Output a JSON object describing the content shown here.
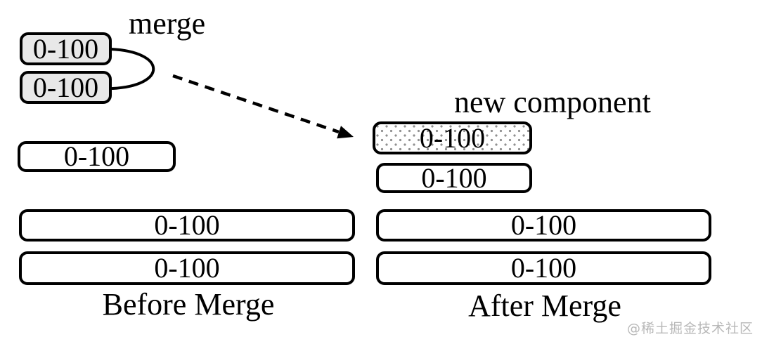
{
  "labels": {
    "merge": "merge",
    "new_component": "new component",
    "before_caption": "Before Merge",
    "after_caption": "After Merge",
    "watermark": "@稀土掘金技术社区"
  },
  "before": {
    "merging_components": [
      "0-100",
      "0-100"
    ],
    "middle_component": "0-100",
    "bottom_components": [
      "0-100",
      "0-100"
    ]
  },
  "after": {
    "new_component": "0-100",
    "middle_component": "0-100",
    "bottom_components": [
      "0-100",
      "0-100"
    ]
  },
  "colors": {
    "stroke": "#000000",
    "component_gray_fill": "#e8e8e8",
    "stipple_dot": "#909090",
    "watermark_gray": "#b8b8b8",
    "background": "#ffffff"
  }
}
